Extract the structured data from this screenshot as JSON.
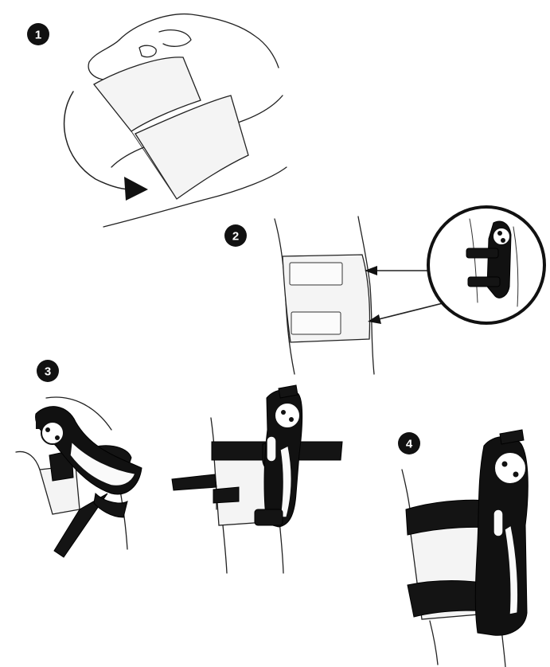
{
  "steps": [
    {
      "number": "1",
      "icon": "hand-wrapping-pad"
    },
    {
      "number": "2",
      "icon": "pads-on-thigh-with-zoom-circle"
    },
    {
      "number": "3",
      "icon": "attaching-brace-with-straps"
    },
    {
      "number": "4",
      "icon": "brace-fully-fitted"
    }
  ],
  "colors": {
    "badge": "#111111",
    "ink": "#222222",
    "brace": "#141414",
    "pad": "#f4f4f4"
  }
}
